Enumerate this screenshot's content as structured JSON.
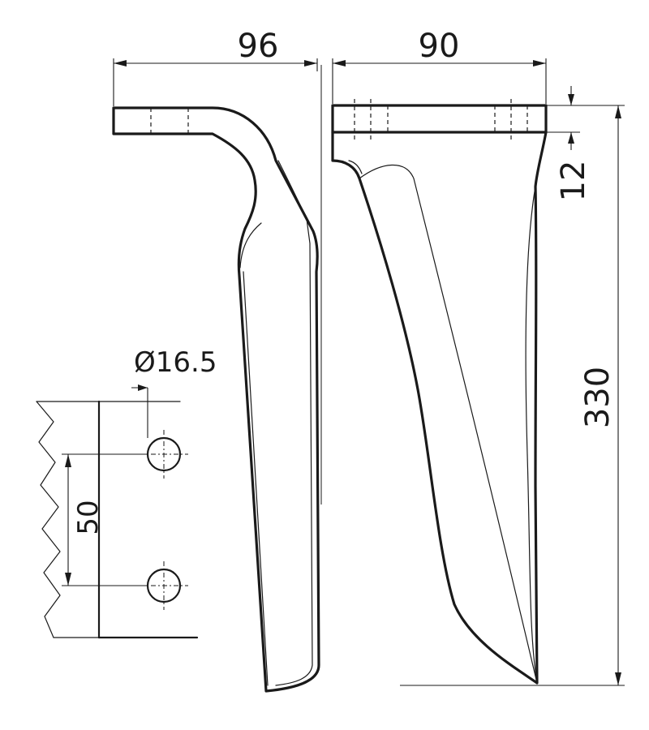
{
  "dimensions": {
    "width_side": "96",
    "width_front": "90",
    "thickness": "12",
    "height": "330",
    "hole_diameter": "Ø16.5",
    "hole_spacing": "50"
  }
}
